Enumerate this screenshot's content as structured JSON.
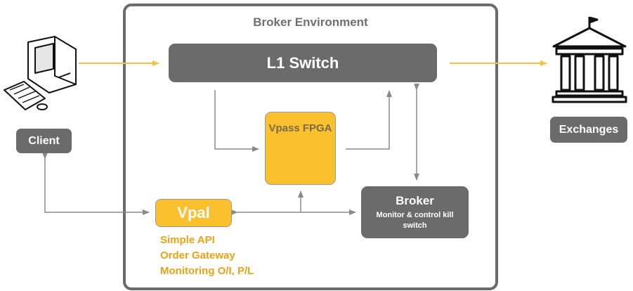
{
  "environment": {
    "title": "Broker Environment"
  },
  "l1_switch": {
    "label": "L1 Switch"
  },
  "fpga": {
    "label": "Vpass FPGA"
  },
  "vpal": {
    "label": "Vpal",
    "features": [
      "Simple API",
      "Order Gateway",
      "Monitoring O/I, P/L"
    ]
  },
  "broker": {
    "title": "Broker",
    "subtitle": "Monitor & control kill switch"
  },
  "client": {
    "label": "Client"
  },
  "exchanges": {
    "label": "Exchanges"
  },
  "colors": {
    "gray": "#6b6b6b",
    "yellow": "#fbc02d",
    "arrow_yellow": "#f5c242",
    "arrow_gray": "#8a8a8a",
    "feature_text": "#e8a317"
  },
  "icons": {
    "client": "computer-icon",
    "exchanges": "bank-building-icon",
    "fpga": "chip-icon"
  }
}
